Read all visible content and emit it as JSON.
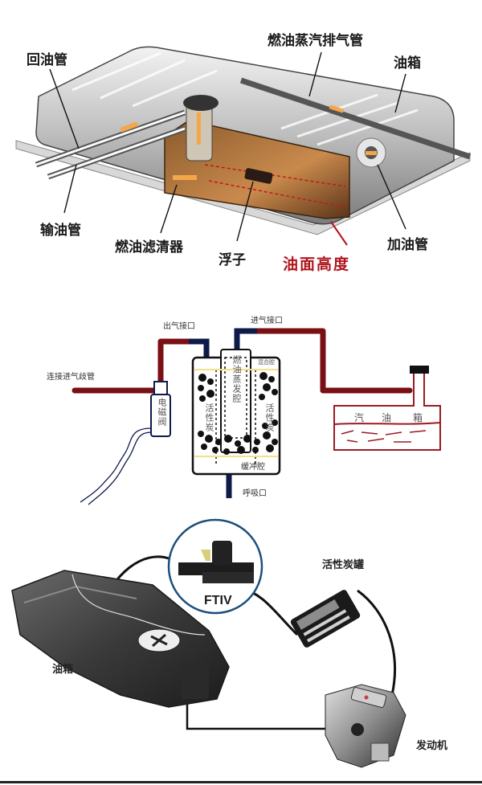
{
  "panel_tank": {
    "labels": {
      "return_pipe": "回油管",
      "vapor_vent_pipe": "燃油蒸汽排气管",
      "fuel_tank": "油箱",
      "supply_pipe": "输油管",
      "fuel_filter": "燃油滤清器",
      "float": "浮子",
      "filler_pipe": "加油管",
      "fuel_level": "油面高度"
    },
    "colors": {
      "fuel_level_label": "#b0141b",
      "flow_arrow": "#f5a64a",
      "tank_interior": "#c77a3a"
    }
  },
  "panel_evap": {
    "labels": {
      "outlet_port": "出气接口",
      "inlet_port": "进气接口",
      "intake_manifold_connection": "连接进气歧管",
      "solenoid_valve": "电磁阀",
      "fuel_evap_chamber": "燃油蒸发腔",
      "mixing_chamber": "混合腔",
      "activated_carbon_left": "活性炭",
      "activated_carbon_right": "活性炭",
      "buffer_chamber": "缓冲腔",
      "breather_port": "呼吸口",
      "gas_tank": [
        "汽",
        "油",
        "箱"
      ]
    },
    "colors": {
      "pipe_red": "#7a0f14",
      "pipe_navy": "#0e1a4a",
      "tank_outline": "#9c1b22"
    }
  },
  "panel_system": {
    "labels": {
      "ftiv": "FTIV",
      "carbon_canister": "活性炭罐",
      "fuel_tank": "油箱",
      "engine": "发动机"
    },
    "colors": {
      "ftiv_ring": "#1c4f7a"
    }
  }
}
